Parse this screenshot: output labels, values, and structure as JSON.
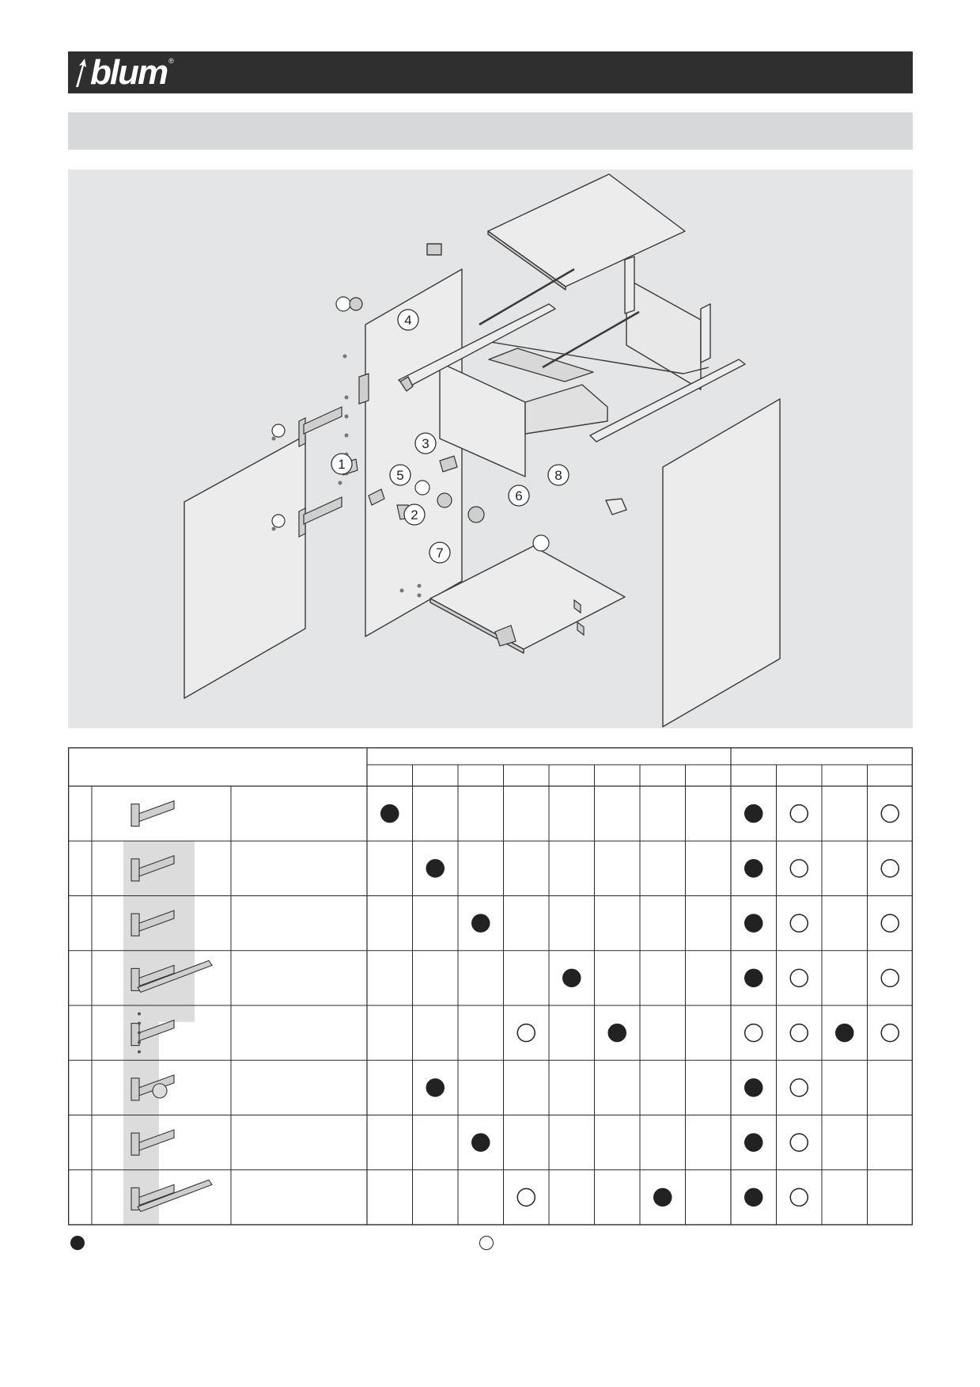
{
  "brand": {
    "logo_text": "blum",
    "registered_mark": "®",
    "bar_color": "#2f2f2f",
    "band_color": "#d7d8d9",
    "panel_color": "#e4e5e6"
  },
  "illustration": {
    "callouts": [
      "1",
      "2",
      "3",
      "4",
      "5",
      "6",
      "7",
      "8"
    ]
  },
  "matrix": {
    "columns": 12,
    "rows": [
      {
        "cells": [
          "filled",
          "",
          "",
          "",
          "",
          "",
          "",
          "",
          "filled",
          "open",
          "",
          "open"
        ]
      },
      {
        "cells": [
          "",
          "filled",
          "",
          "",
          "",
          "",
          "",
          "",
          "filled",
          "open",
          "",
          "open"
        ]
      },
      {
        "cells": [
          "",
          "",
          "filled",
          "",
          "",
          "",
          "",
          "",
          "filled",
          "open",
          "",
          "open"
        ]
      },
      {
        "cells": [
          "",
          "",
          "",
          "",
          "filled",
          "",
          "",
          "",
          "filled",
          "open",
          "",
          "open"
        ]
      },
      {
        "cells": [
          "",
          "",
          "",
          "open",
          "",
          "filled",
          "",
          "",
          "open",
          "open",
          "filled",
          "open"
        ]
      },
      {
        "cells": [
          "",
          "filled",
          "",
          "",
          "",
          "",
          "",
          "",
          "filled",
          "open",
          "",
          ""
        ]
      },
      {
        "cells": [
          "",
          "",
          "filled",
          "",
          "",
          "",
          "",
          "",
          "filled",
          "open",
          "",
          ""
        ]
      },
      {
        "cells": [
          "",
          "",
          "",
          "open",
          "",
          "",
          "filled",
          "",
          "filled",
          "open",
          "",
          ""
        ]
      }
    ],
    "row_thumbnails": [
      "hinge-icon",
      "front-fixing-icon",
      "hinge-plate-icon",
      "runner-icon",
      "drill-holes-icon",
      "connector-icon",
      "leg-icon",
      "drawer-fixing-icon"
    ]
  },
  "legend": {
    "items": [
      {
        "symbol": "filled"
      },
      {
        "symbol": "open"
      }
    ]
  }
}
